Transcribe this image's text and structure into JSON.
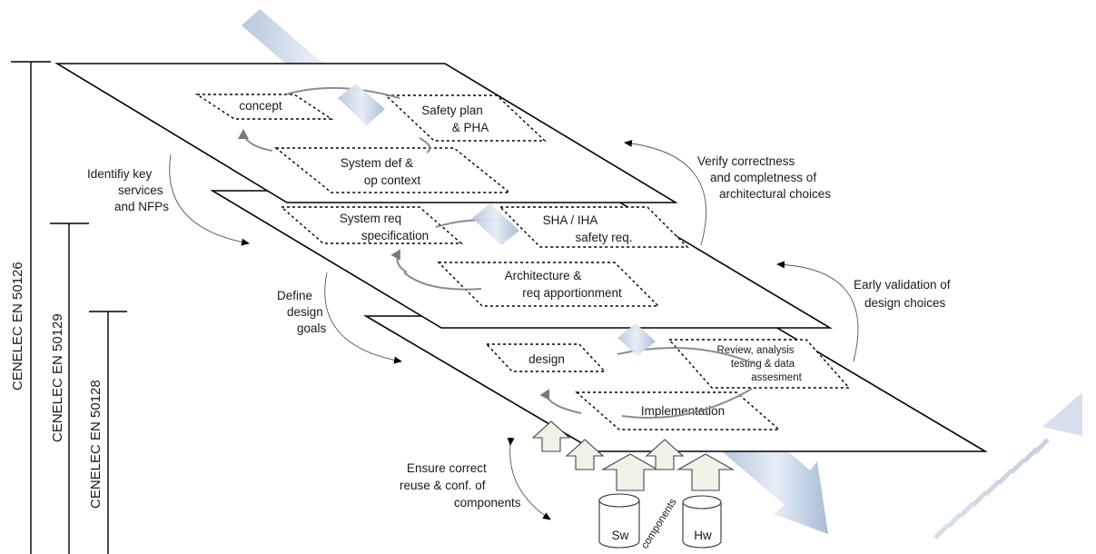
{
  "standards": {
    "en50126": "CENELEC EN 50126",
    "en50129": "CENELEC EN 50129",
    "en50128": "CENELEC EN 50128"
  },
  "top_plane": {
    "concept": "concept",
    "safety_plan_line1": "Safety plan",
    "safety_plan_line2": "& PHA",
    "system_def_line1": "System def &",
    "system_def_line2": "op context"
  },
  "middle_plane": {
    "sysreq_line1": "System req",
    "sysreq_line2": "specification",
    "sha_line1": "SHA / IHA",
    "sha_line2": "safety req.",
    "arch_line1": "Architecture &",
    "arch_line2": "req apportionment"
  },
  "bottom_plane": {
    "design": "design",
    "review_line1": "Review, analysis",
    "review_line2": "testing & data",
    "review_line3": "assesment",
    "implementation": "Implementation"
  },
  "annotations": {
    "identify_line1": "Identifiy key",
    "identify_line2": "services",
    "identify_line3": "and NFPs",
    "define_line1": "Define",
    "define_line2": "design",
    "define_line3": "goals",
    "verify_line1": "Verify correctness",
    "verify_line2": "and completness of",
    "verify_line3": "architectural choices",
    "early_line1": "Early validation of",
    "early_line2": "design choices",
    "ensure_line1": "Ensure correct",
    "ensure_line2": "reuse & conf. of",
    "ensure_line3": "components"
  },
  "components": {
    "sw": "Sw",
    "hw": "Hw",
    "label": "components"
  },
  "colors": {
    "beam": "#c9d6e6",
    "block_arrow_fill": "#f1f1e8"
  }
}
